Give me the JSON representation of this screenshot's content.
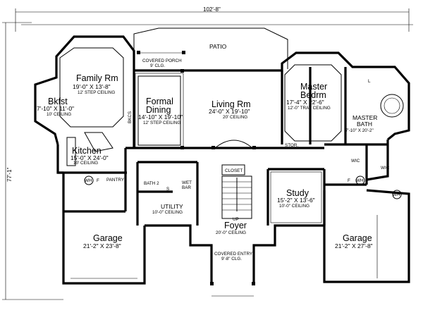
{
  "dimensions": {
    "width": "102'-8\"",
    "depth": "77'-1\""
  },
  "rooms": {
    "patio": {
      "name": "PATIO"
    },
    "covered_porch": {
      "name": "COVERED PORCH",
      "ceiling": "9' CLG."
    },
    "family_rm": {
      "name": "Family Rm",
      "size": "19'-0\" X 13'-8\"",
      "ceiling": "12' STEP CEILING"
    },
    "bkfst": {
      "name": "Bkfst",
      "size": "7'-10\" X 11'-0\"",
      "ceiling": "10' CEILING"
    },
    "kitchen": {
      "name": "Kitchen",
      "size": "15'-0\" X 24'-0\"",
      "ceiling": "10' CEILING"
    },
    "formal_dining": {
      "name_line1": "Formal",
      "name_line2": "Dining",
      "size": "14'-10\" X 19'-10\"",
      "ceiling": "12' STEP CEILING"
    },
    "living_rm": {
      "name": "Living Rm",
      "size": "24'-0\" X 19'-10\"",
      "ceiling": "20' CEILING"
    },
    "master_bedrm": {
      "name_line1": "Master",
      "name_line2": "Bedrm",
      "size": "17'-4\" X 22'-6\"",
      "ceiling": "12'-0\" TRAY CEILING"
    },
    "master_bath": {
      "name_line1": "MASTER",
      "name_line2": "BATH",
      "size": "7'-10\" X 20'-2\""
    },
    "study": {
      "name": "Study",
      "size": "15'-2\" X 13'-6\"",
      "ceiling": "10'-0\" CEILING"
    },
    "foyer": {
      "name": "Foyer",
      "ceiling": "20'-0\" CEILING"
    },
    "utility": {
      "name": "UTILITY",
      "ceiling": "10'-0\" CEILING"
    },
    "garage_left": {
      "name": "Garage",
      "size": "21'-2\" X 23'-8\""
    },
    "garage_right": {
      "name": "Garage",
      "size": "21'-2\" X 27'-8\""
    },
    "covered_entry": {
      "name": "COVERED ENTRY",
      "ceiling": "9'-8\" CLG."
    }
  },
  "fixtures": {
    "closet": "CLOSET",
    "stor": "STOR.",
    "wic_1": "WIC",
    "wic_2": "WIC",
    "pantry": "PANTRY",
    "bath_2": "BATH 2",
    "wet_bar_1": "WET",
    "wet_bar_2": "BAR",
    "bkcs": "BKCS",
    "up": "UP",
    "wh_1": "WH",
    "wh_2": "WH",
    "wh_3": "WH",
    "f_1": "F",
    "f_2": "F",
    "l": "L",
    "s": "S"
  }
}
